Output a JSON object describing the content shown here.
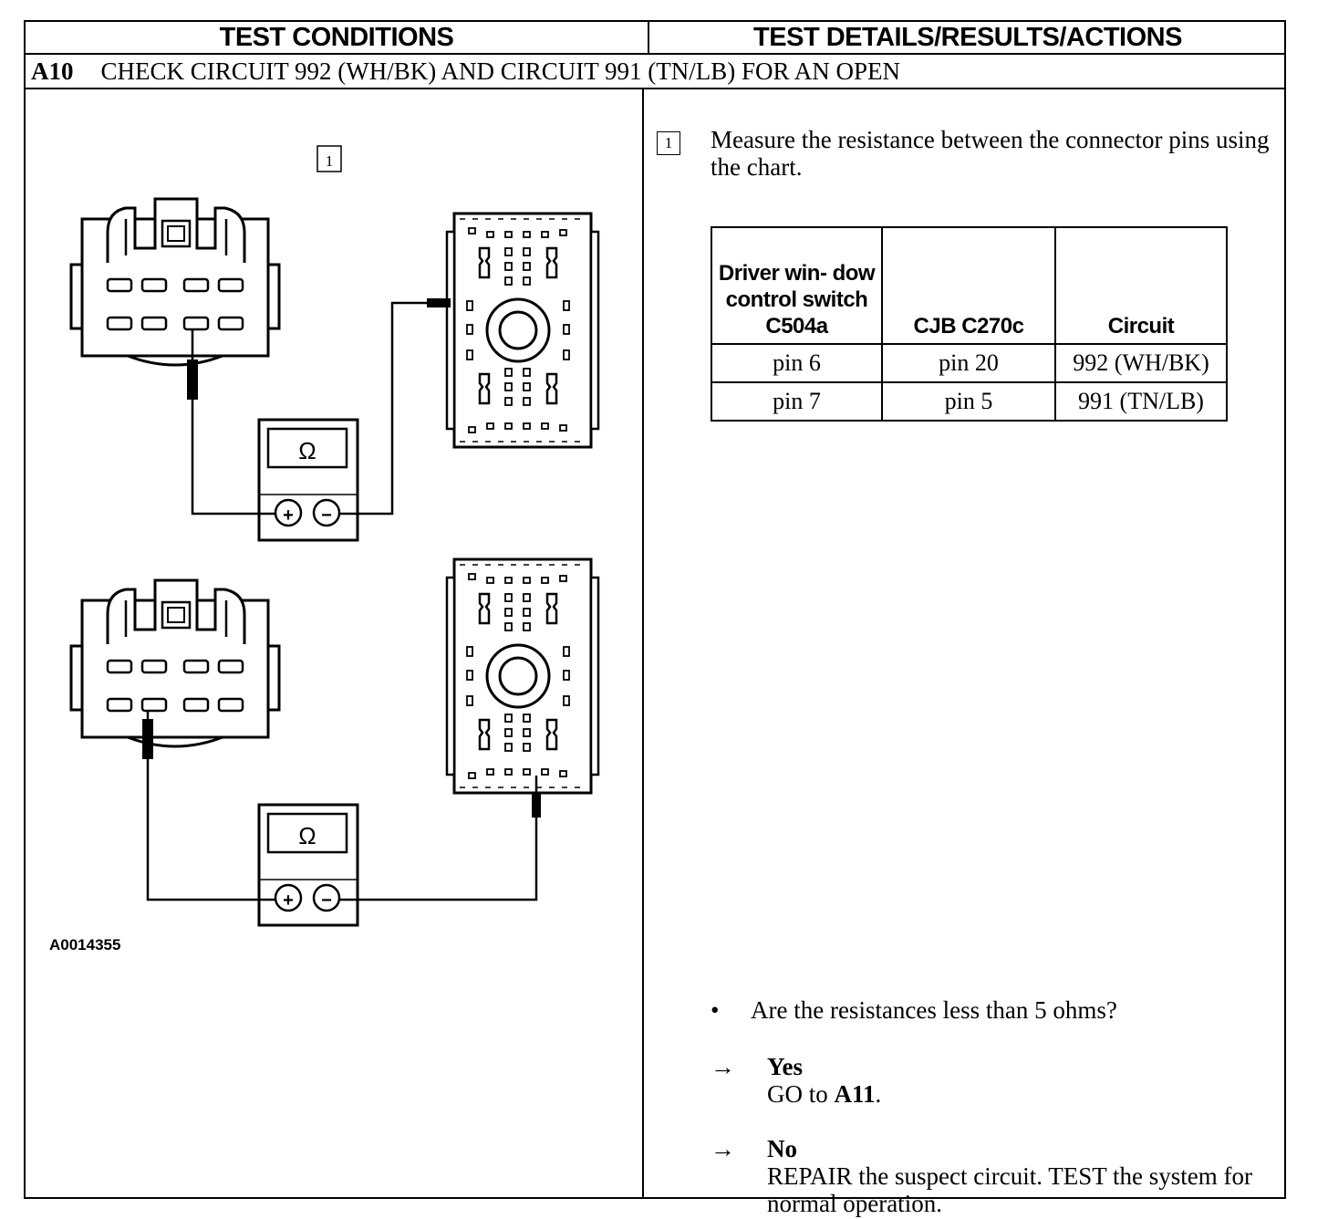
{
  "header": {
    "left_title": "TEST CONDITIONS",
    "right_title": "TEST DETAILS/RESULTS/ACTIONS"
  },
  "step": {
    "id": "A10",
    "title": "CHECK CIRCUIT 992 (WH/BK) AND CIRCUIT 991 (TN/LB) FOR AN OPEN"
  },
  "illustration": {
    "step_marker": "1",
    "meter_symbol": "Ω",
    "plus_symbol": "+",
    "minus_symbol": "−",
    "figure_id": "A0014355"
  },
  "details": {
    "step_marker": "1",
    "instruction": "Measure the resistance between the connector pins using the chart.",
    "table": {
      "headers": [
        "Driver win- dow control switch C504a",
        "CJB C270c",
        "Circuit"
      ],
      "rows": [
        [
          "pin 6",
          "pin 20",
          "992 (WH/BK)"
        ],
        [
          "pin 7",
          "pin 5",
          "991 (TN/LB)"
        ]
      ]
    },
    "question_bullet": "•",
    "question": "Are the resistances less than 5 ohms?",
    "arrow": "→",
    "yes": {
      "label": "Yes",
      "action_prefix": "GO to",
      "action_target": "A11",
      "action_suffix": "."
    },
    "no": {
      "label": "No",
      "action": "REPAIR the suspect circuit. TEST the system for normal operation."
    }
  }
}
